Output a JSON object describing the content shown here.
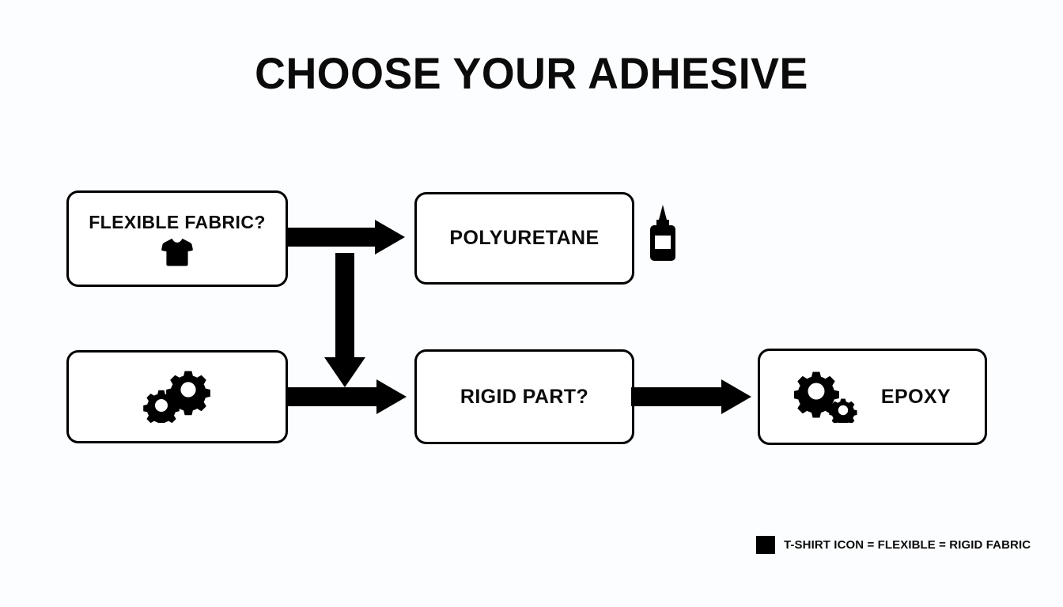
{
  "page": {
    "title": "CHOOSE YOUR ADHESIVE",
    "background_color": "#fcfdfe",
    "ink_color": "#000000"
  },
  "diagram": {
    "nodes": [
      {
        "id": "flexible-fabric",
        "label": "FLEXIBLE FABRIC?",
        "icon": "tshirt-icon",
        "kind": "decision"
      },
      {
        "id": "polyuretane",
        "label": "POLYURETANE",
        "icon": "glue-bottle-icon",
        "kind": "outcome"
      },
      {
        "id": "gears",
        "label": "",
        "icon": "gears-icon",
        "kind": "decision"
      },
      {
        "id": "rigid-part",
        "label": "RIGID PART?",
        "icon": "",
        "kind": "decision"
      },
      {
        "id": "epoxy",
        "label": "EPOXY",
        "icon": "gears-icon",
        "kind": "outcome"
      }
    ],
    "arrows": [
      {
        "id": "fabric-to-poly",
        "from": "flexible-fabric",
        "to": "polyuretane",
        "direction": "right"
      },
      {
        "id": "branch-down",
        "from": "fabric-to-poly",
        "to": "gears-to-rigid",
        "direction": "down"
      },
      {
        "id": "gears-to-rigid",
        "from": "gears",
        "to": "rigid-part",
        "direction": "right"
      },
      {
        "id": "rigid-to-epoxy",
        "from": "rigid-part",
        "to": "epoxy",
        "direction": "right"
      }
    ]
  },
  "legend": {
    "swatch_color": "#000000",
    "text": "T-SHIRT ICON = FLEXIBLE = RIGID FABRIC"
  }
}
